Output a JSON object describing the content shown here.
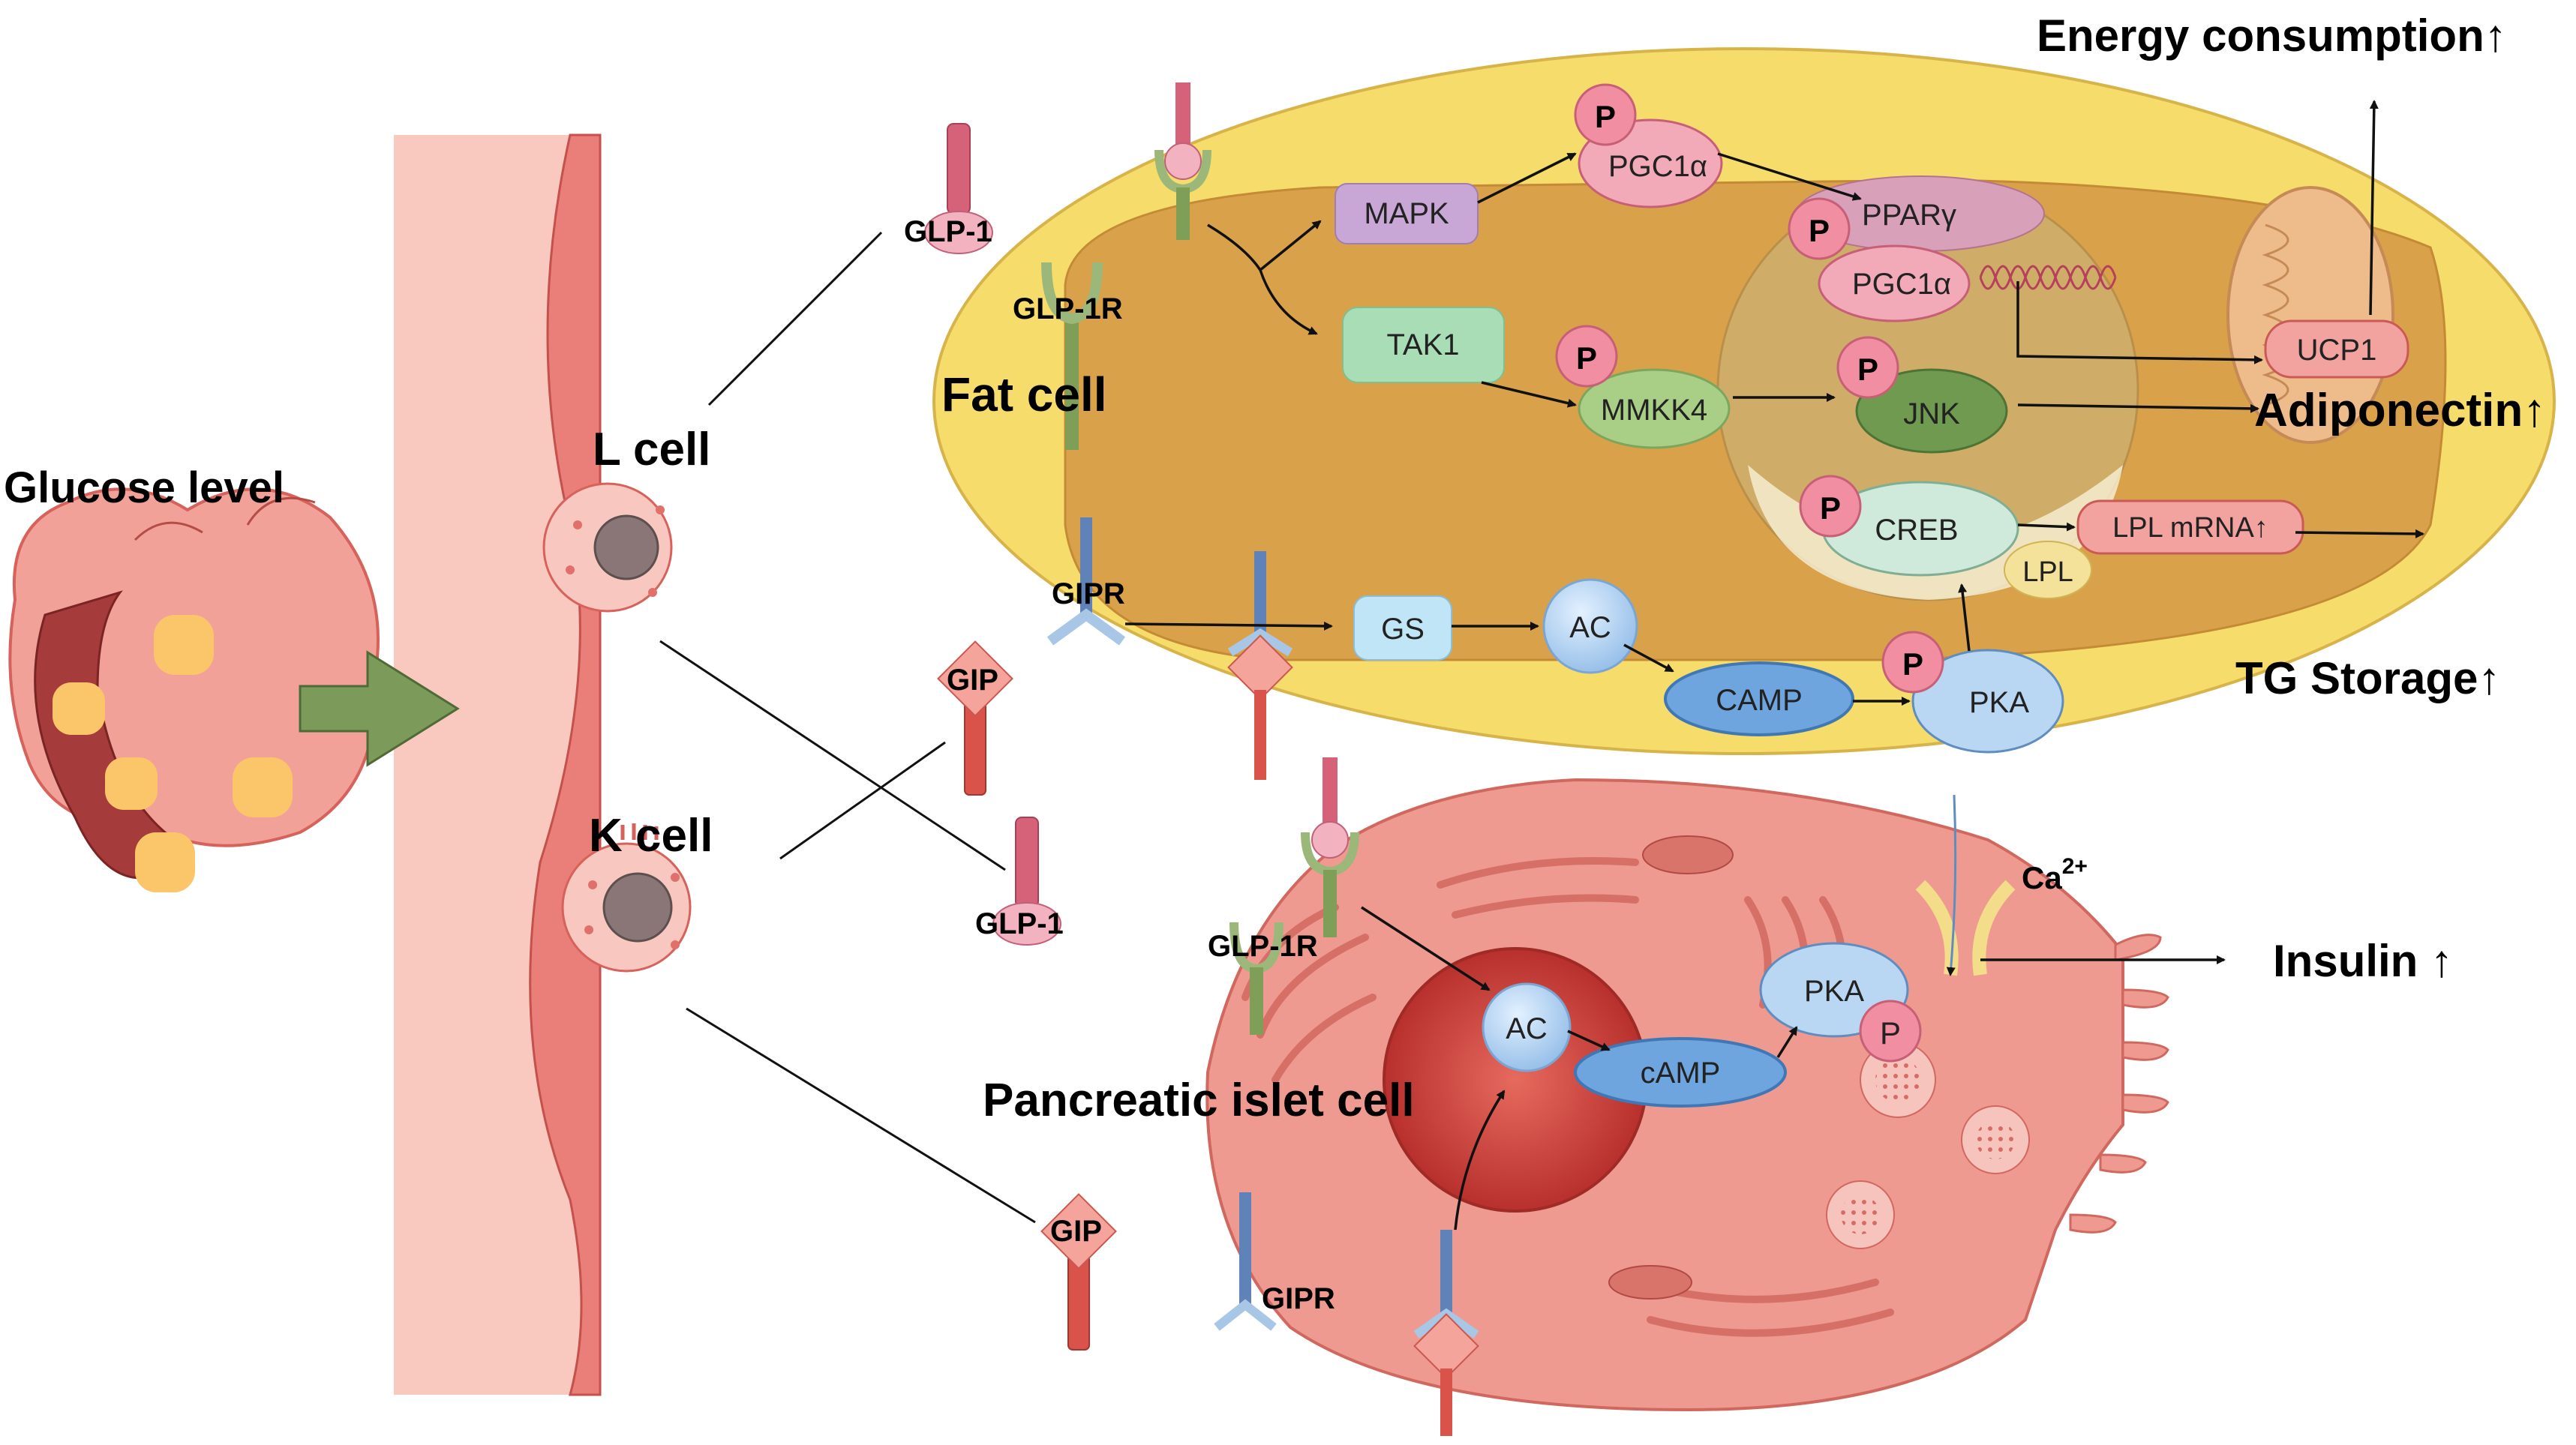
{
  "title_labels": {
    "glucose_level": "Glucose level",
    "l_cell": "L cell",
    "k_cell": "K cell",
    "fat_cell": "Fat cell",
    "pancreatic_islet_cell": "Pancreatic islet cell"
  },
  "hormones": {
    "glp1_top": "GLP-1",
    "glp1_bottom": "GLP-1",
    "gip_top": "GIP",
    "gip_bottom": "GIP"
  },
  "receptors": {
    "glp1r_fat": "GLP-1R",
    "gipr_fat": "GIPR",
    "glp1r_islet": "GLP-1R",
    "gipr_islet": "GIPR"
  },
  "fat_cell_nodes": {
    "mapk": "MAPK",
    "pgc1a_top": "PGC1α",
    "ppar": "PPARγ",
    "pgc1a_nucleus": "PGC1α",
    "tak1": "TAK1",
    "mmkk4": "MMKK4",
    "jnk": "JNK",
    "creb": "CREB",
    "lpl_mrna": "LPL mRNA↑",
    "lpl": "LPL",
    "gs": "GS",
    "ac": "AC",
    "camp": "CAMP",
    "pka": "PKA",
    "ucp1": "UCP1",
    "p": "P"
  },
  "islet_nodes": {
    "ac": "AC",
    "camp": "cAMP",
    "pka": "PKA",
    "p": "P",
    "ca": "Ca",
    "ca_sup": "2+"
  },
  "outcomes": {
    "energy": "Energy consumption↑",
    "adiponectin": "Adiponectin↑",
    "tg_storage": "TG Storage↑",
    "insulin": "Insulin ↑"
  },
  "colors": {
    "fat_outer": "#f6dc6a",
    "fat_inner": "#d9a24a",
    "nucleus": "#cfae6a",
    "islet": "#ee9a90",
    "islet_nucleus": "#c9443e",
    "intestine": "#f9c9bf",
    "arrow_green": "#7c9a5a"
  }
}
